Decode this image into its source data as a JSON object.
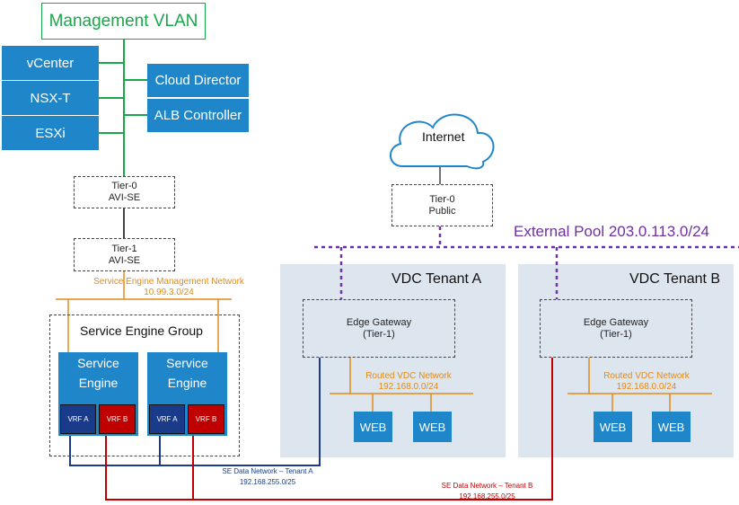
{
  "management": {
    "title": "Management VLAN"
  },
  "left_stack": [
    "vCenter",
    "NSX-T",
    "ESXi"
  ],
  "right_stack": [
    "Cloud Director",
    "ALB Controller"
  ],
  "tier0_avi": {
    "line1": "Tier-0",
    "line2": "AVI-SE"
  },
  "tier1_avi": {
    "line1": "Tier-1",
    "line2": "AVI-SE"
  },
  "internet": {
    "label": "Internet"
  },
  "tier0_public": {
    "line1": "Tier-0",
    "line2": "Public"
  },
  "external_pool": {
    "label": "External Pool 203.0.113.0/24"
  },
  "se_mgmt_network": {
    "line1": "Service Engine Management Network",
    "line2": "10.99.3.0/24"
  },
  "seg": {
    "title": "Service Engine Group",
    "engines": [
      {
        "line1": "Service",
        "line2": "Engine",
        "vrf_a": "VRF A",
        "vrf_b": "VRF B"
      },
      {
        "line1": "Service",
        "line2": "Engine",
        "vrf_a": "VRF A",
        "vrf_b": "VRF B"
      }
    ]
  },
  "tenants": [
    {
      "title": "VDC Tenant A",
      "gw_line1": "Edge Gateway",
      "gw_line2": "(Tier-1)",
      "net_line1": "Routed VDC Network",
      "net_line2": "192.168.0.0/24",
      "webs": [
        "WEB",
        "WEB"
      ]
    },
    {
      "title": "VDC Tenant B",
      "gw_line1": "Edge Gateway",
      "gw_line2": "(Tier-1)",
      "net_line1": "Routed VDC Network",
      "net_line2": "192.168.0.0/24",
      "webs": [
        "WEB",
        "WEB"
      ]
    }
  ],
  "data_net_a": {
    "line1": "SE Data Network – Tenant A",
    "line2": "192.168.255.0/25"
  },
  "data_net_b": {
    "line1": "SE Data Network – Tenant B",
    "line2": "192.168.255.0/25"
  },
  "colors": {
    "blue": "#1f87c9",
    "green": "#1aa64a",
    "orange": "#e38a15",
    "purple": "#7030a0",
    "navy": "#1a3b8a",
    "red": "#c00000",
    "tenant_bg": "#dde6ef"
  }
}
